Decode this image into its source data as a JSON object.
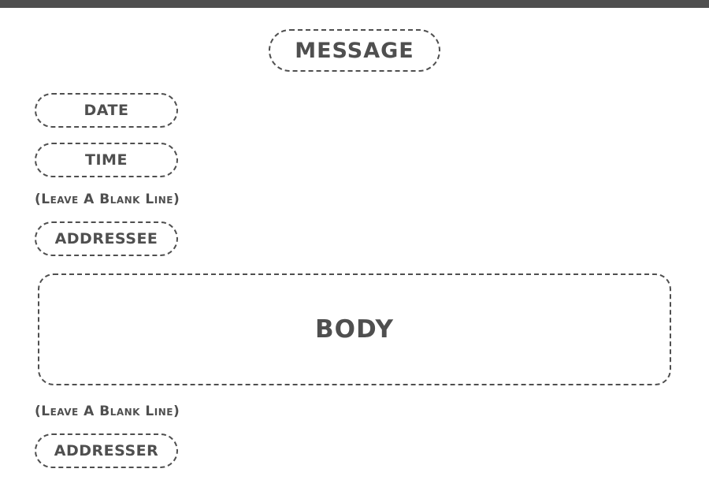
{
  "title": "MESSAGE",
  "fields": {
    "date": "DATE",
    "time": "TIME",
    "addressee": "ADDRESSEE",
    "body": "BODY",
    "addresser": "ADDRESSER"
  },
  "notes": {
    "after_time": "(Leave A Blank Line)",
    "after_body": "(Leave A Blank Line)"
  },
  "colors": {
    "ink": "#4f4f4f",
    "background": "#ffffff"
  }
}
